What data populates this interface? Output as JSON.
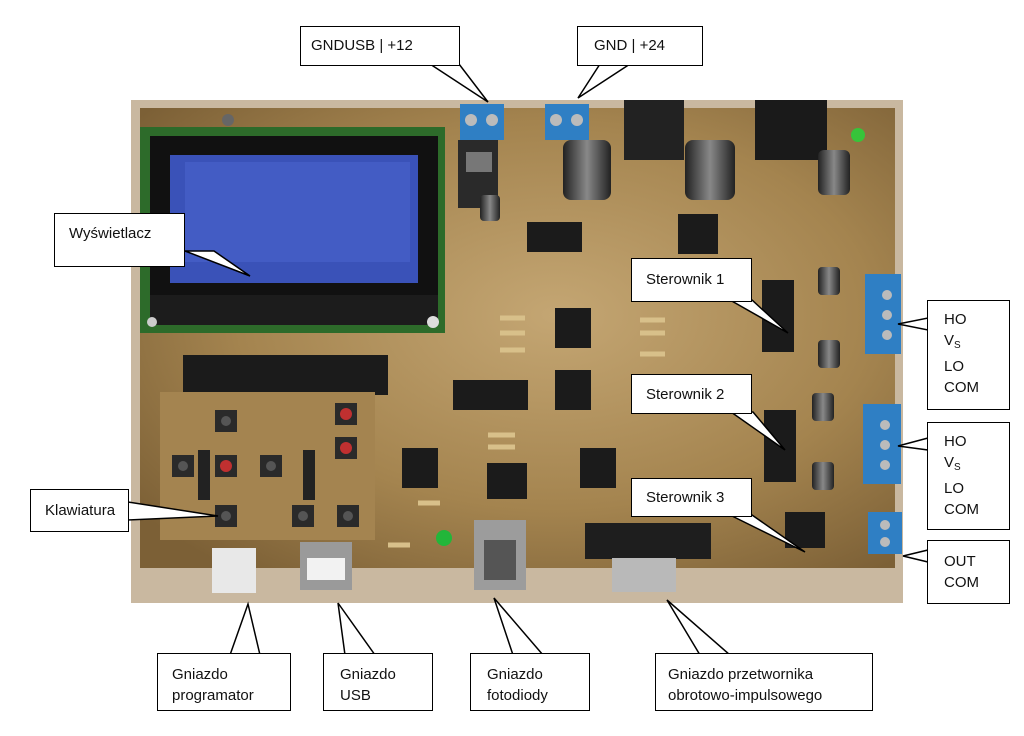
{
  "labels": {
    "gndusb": "GNDUSB | +12",
    "gnd24": "GND | +24",
    "display": "Wyświetlacz",
    "driver1": "Sterownik 1",
    "driver2": "Sterownik 2",
    "driver3": "Sterownik 3",
    "keyboard": "Klawiatura",
    "out1": {
      "ho": "HO",
      "vs_main": "V",
      "vs_sub": "S",
      "lo": "LO",
      "com": "COM"
    },
    "out2": {
      "ho": "HO",
      "vs_main": "V",
      "vs_sub": "S",
      "lo": "LO",
      "com": "COM"
    },
    "out3": {
      "out": "OUT",
      "com": "COM"
    },
    "socket_programmer": {
      "line1": "Gniazdo",
      "line2": "programator"
    },
    "socket_usb": {
      "line1": "Gniazdo",
      "line2": "USB"
    },
    "socket_photodiode": {
      "line1": "Gniazdo",
      "line2": "fotodiody"
    },
    "socket_encoder": {
      "line1": "Gniazdo przetwornika",
      "line2": "obrotowo-impulsowego"
    }
  },
  "colors": {
    "pcb": "#9a7a48",
    "lcd_screen": "#3a52b8",
    "terminal_block": "#2f7fc4",
    "callout_border": "#000000"
  }
}
